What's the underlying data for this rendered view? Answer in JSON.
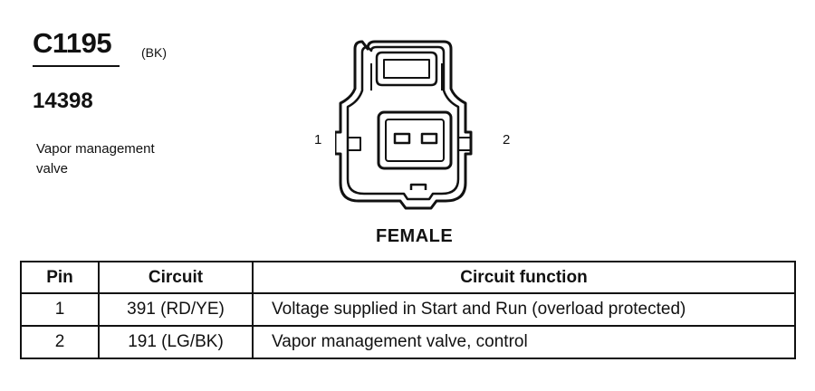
{
  "header": {
    "connector_id": "C1195",
    "connector_color": "(BK)",
    "part_number": "14398",
    "description_line1": "Vapor management",
    "description_line2": "valve"
  },
  "connector": {
    "pin_label_1": "1",
    "pin_label_2": "2",
    "gender": "FEMALE"
  },
  "table": {
    "headers": [
      "Pin",
      "Circuit",
      "Circuit function"
    ],
    "rows": [
      [
        "1",
        "391 (RD/YE)",
        "Voltage supplied in Start and Run (overload protected)"
      ],
      [
        "2",
        "191 (LG/BK)",
        "Vapor management valve, control"
      ]
    ]
  }
}
